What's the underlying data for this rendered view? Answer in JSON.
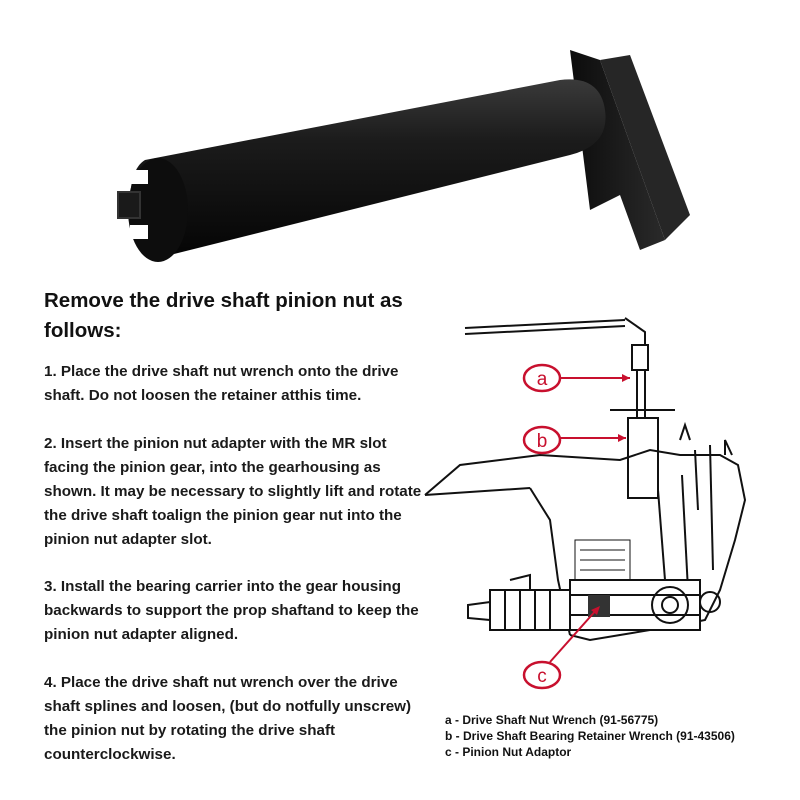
{
  "heading": "Remove the drive shaft pinion nut as follows:",
  "steps": [
    "1. Place the drive shaft nut wrench onto the drive shaft. Do not loosen the retainer atthis time.",
    "2. Insert the pinion nut adapter with the MR slot facing the pinion gear, into the gearhousing as shown. It may be necessary to slightly lift and rotate the drive shaft toalign the pinion gear nut into the pinion nut adapter slot.",
    "3. Install the bearing carrier into the gear housing backwards to support the prop shaftand to keep the pinion nut adapter aligned.",
    "4. Place the drive shaft nut wrench over the drive shaft splines and loosen, (but do notfully unscrew) the pinion nut by rotating the drive shaft counterclockwise."
  ],
  "diagram": {
    "callouts": [
      "a",
      "b",
      "c"
    ],
    "accent_color": "#c8102e"
  },
  "legend": [
    "a - Drive Shaft Nut Wrench (91-56775)",
    "b - Drive Shaft Bearing Retainer Wrench (91-43506)",
    "c - Pinion Nut Adaptor"
  ]
}
